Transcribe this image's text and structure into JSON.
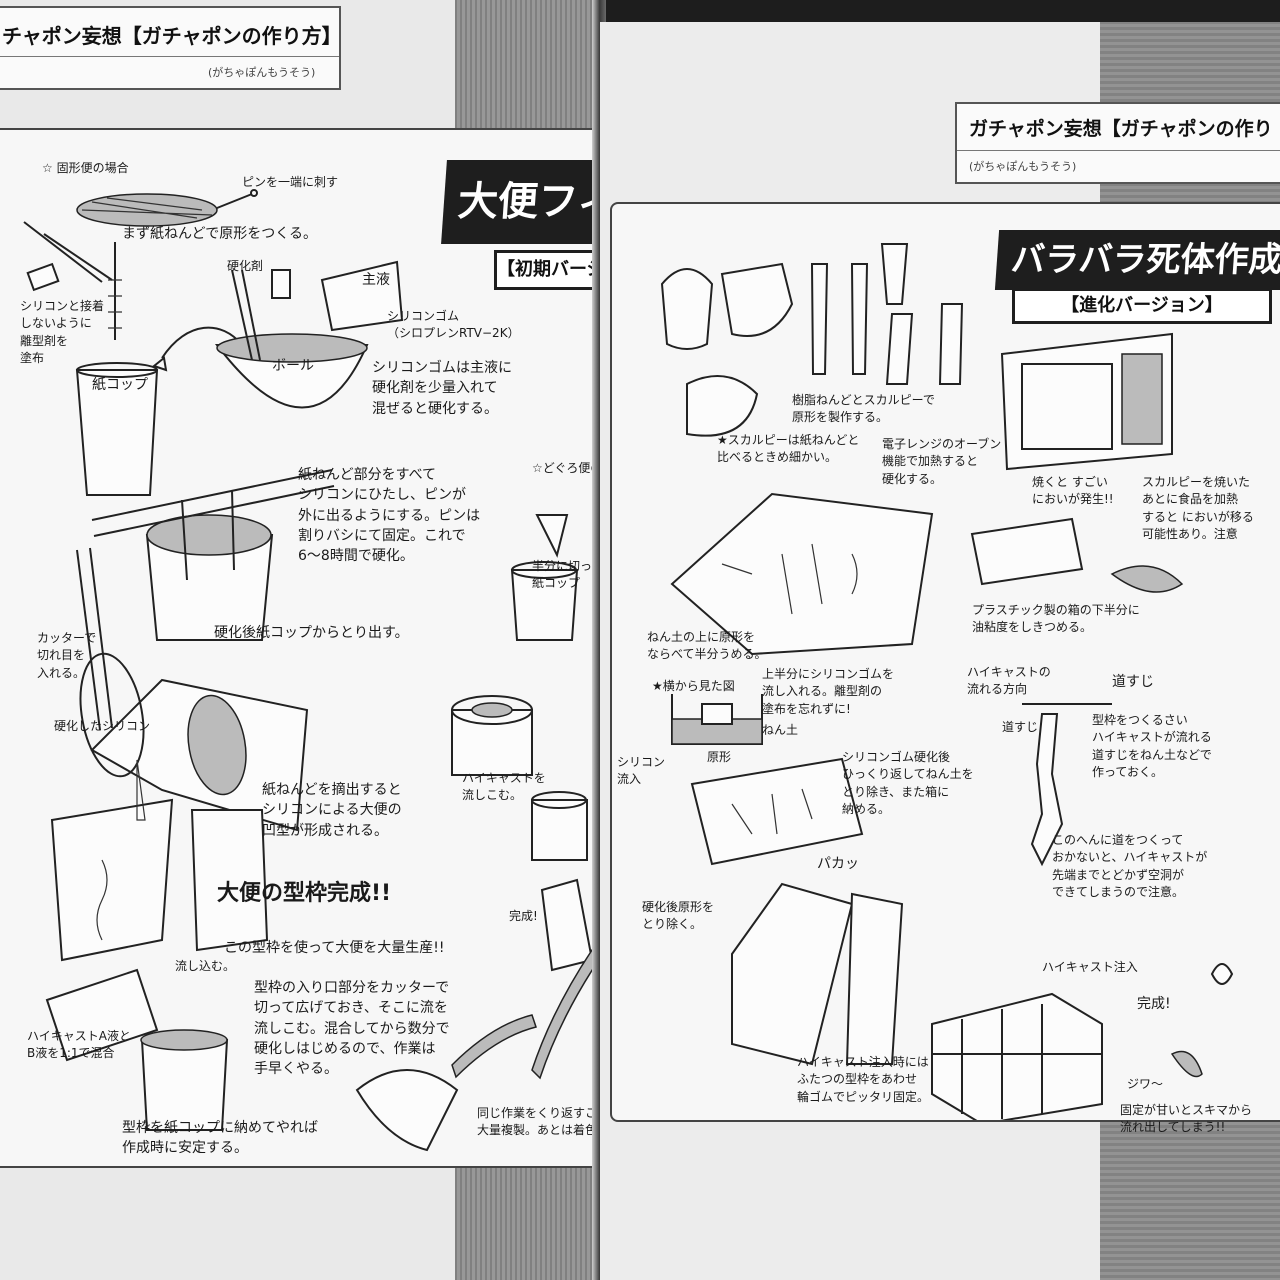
{
  "left_page": {
    "header_title": "チャポン妄想【ガチャポンの作り方】",
    "header_reading": "(がちゃぽんもうそう)",
    "banner_main": "大便フィギュア",
    "banner_sub": "【初期バージョン】",
    "notes": {
      "solid_case": "☆ 固形便の場合",
      "pin": "ピンを一端に刺す",
      "prototype": "まず紙ねんどで原形をつくる。",
      "hardener": "硬化剤",
      "main_liquid": "主液",
      "release_agent": "シリコンと接着\nしないように\n離型剤を\n塗布",
      "paper_cup": "紙コップ",
      "bowl": "ボール",
      "silicone_rubber": "シリコンゴム\n（シロプレンRTV−2K）",
      "silicone_mix": "シリコンゴムは主液に\n硬化剤を少量入れて\n混ぜると硬化する。",
      "soak": "紙ねんど部分をすべて\nシリコンにひたし、ピンが\n外に出るようにする。ピンは\n割りバシにて固定。これで\n6〜8時間で硬化。",
      "muddy_case": "☆どぐろ便の場合",
      "half_cup": "半分に切った\n紙コップ",
      "take_out": "硬化後紙コップからとり出す。",
      "cutter": "カッターで\n切れ目を\n入れる。",
      "hardened_silicone": "硬化したシリコン",
      "high_cast_pour_small": "ハイキャストを\n流しこむ。",
      "extract": "紙ねんどを摘出すると\nシリコンによる大便の\n凹型が形成される。",
      "mold_done": "大便の型枠完成!!",
      "complete": "完成!",
      "mass_production": "この型枠を使って大便を大量生産!!",
      "pour_in": "流し込む。",
      "inlet": "型枠の入り口部分をカッターで\n切って広げておき、そこに流を\n流しこむ。混合してから数分で\n硬化しはじめるので、作業は\n手早くやる。",
      "mix_ratio": "ハイキャストA液と\nB液を1:1で混合",
      "stable": "型枠を紙コップに納めてやれば\n作成時に安定する。",
      "same_work": "同じ作業をくり返すことで\n大量複製。あとは着色。"
    }
  },
  "right_page": {
    "header_title": "ガチャポン妄想【ガチャポンの作り",
    "header_reading": "(がちゃぽんもうそう)",
    "banner_main": "バラバラ死体作成",
    "banner_sub": "【進化バージョン】",
    "notes": {
      "resin_clay": "樹脂ねんどとスカルピーで\n原形を製作する。",
      "sculpey": "★スカルピーは紙ねんどと\n比べるときめ細かい。",
      "oven": "電子レンジのオーブン\n機能で加熱すると\n硬化する。",
      "smell": "焼くと すごい\nにおいが発生!!",
      "caution": "スカルピーを焼いた\nあとに食品を加熱\nすると においが移る\n可能性あり。注意",
      "arrange": "ねん土の上に原形を\nならべて半分うめる。",
      "plastic_box": "プラスチック製の箱の下半分に\n油粘度をしきつめる。",
      "side_view": "★横から見た図",
      "upper_half": "上半分にシリコンゴムを\n流し入れる。離型剤の\n塗布を忘れずに!",
      "clay": "ねん土",
      "original": "原形",
      "silicone_pour": "シリコン\n流入",
      "flip": "シリコンゴム硬化後\nひっくり返してねん土を\nとり除き、また箱に\n納める。",
      "cast_direction": "ハイキャストの\n流れる方向",
      "channel": "道すじ",
      "channel2": "道すじ",
      "make_path": "型枠をつくるさい\nハイキャストが流れる\n道すじをねん土などで\n作っておく。",
      "warning_path": "このへんに道をつくって\nおかないと、ハイキャストが\n先端までとどかず空洞が\nできてしまうので注意。",
      "pakka": "パカッ",
      "remove": "硬化後原形を\nとり除く。",
      "injection": "ハイキャスト注入",
      "done": "完成!",
      "rubber_band": "ハイキャスト注入時には\nふたつの型枠をあわせ\n輪ゴムでピッタリ固定。",
      "jiwa": "ジワ〜",
      "leak": "固定が甘いとスキマから\n流れ出してしまう!!"
    }
  }
}
